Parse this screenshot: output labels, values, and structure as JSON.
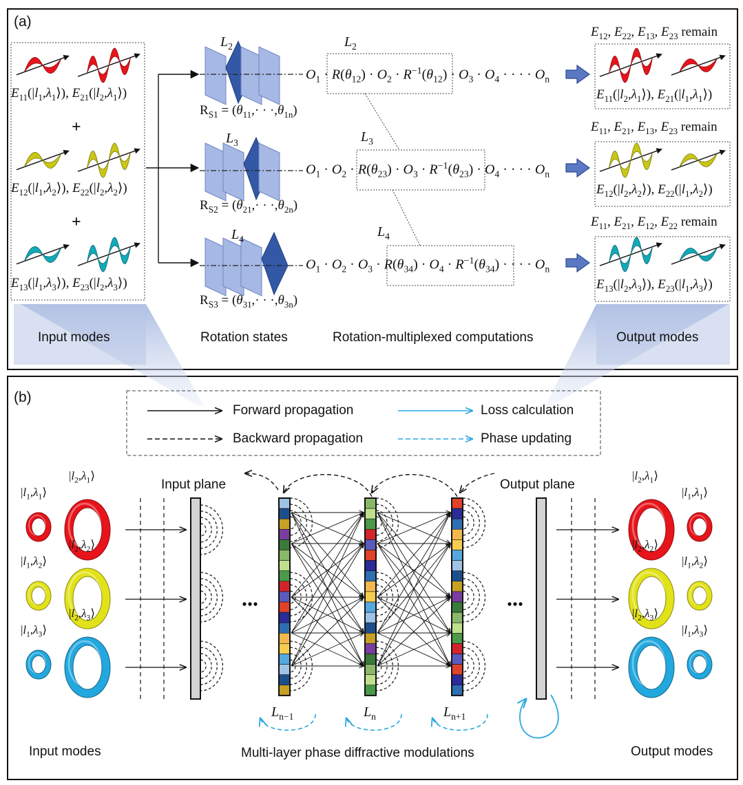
{
  "panel_a": {
    "label": "(a)",
    "captions": {
      "input_modes": "Input modes",
      "rotation_states": "Rotation states",
      "computations": "Rotation-multiplexed computations",
      "output_modes": "Output modes"
    },
    "plus": "+",
    "rows": [
      {
        "color": "#e8141b",
        "input_label": "E11(|l1,λ1⟩), E21(|l2,λ1⟩)",
        "layer": "L2",
        "rotation_state": "RS1 = (θ11,· · ·,θ1n)",
        "computation": "O1 · R(θ12) · O2 · R−1(θ12) · O3 · O4 · · · · On",
        "remain": "E12, E22, E13, E23 remain",
        "output_label": "E11(|l2,λ1⟩), E21(|l1,λ1⟩)"
      },
      {
        "color": "#c9c714",
        "input_label": "E12(|l1,λ2⟩), E22(|l2,λ2⟩)",
        "layer": "L3",
        "rotation_state": "RS2 = (θ21,· · ·,θ2n)",
        "computation": "O1 · O2 · R(θ23) · O3 · R−1(θ23) · O4 · · · · On",
        "remain": "E11, E21, E13, E23 remain",
        "output_label": "E12(|l2,λ2⟩), E22(|l1,λ2⟩)"
      },
      {
        "color": "#12a9b8",
        "input_label": "E13(|l1,λ3⟩), E23(|l2,λ3⟩)",
        "layer": "L4",
        "rotation_state": "RS3 = (θ31,· · ·,θ3n)",
        "computation": "O1 · O2 · O3 · R(θ34) · O4 · R−1(θ34) · · · · On",
        "remain": "E11, E21, E12, E22 remain",
        "output_label": "E13(|l2,λ3⟩), E23(|l1,λ3⟩)"
      }
    ]
  },
  "panel_b": {
    "label": "(b)",
    "legend": {
      "forward": "Forward propagation",
      "backward": "Backward propagation",
      "loss": "Loss calculation",
      "phase": "Phase updating"
    },
    "input_plane": "Input plane",
    "output_plane": "Output plane",
    "layers": [
      "Ln−1",
      "Ln",
      "Ln+1"
    ],
    "ellipsis": "•••",
    "captions": {
      "input_modes": "Input modes",
      "modulations": "Multi-layer phase diffractive modulations",
      "output_modes": "Output modes"
    },
    "input_rings": [
      {
        "small": "|l1,λ1⟩",
        "large": "|l2,λ1⟩",
        "color": "#e8141b"
      },
      {
        "small": "|l1,λ2⟩",
        "large": "|l2,λ2⟩",
        "color": "#e2e21a"
      },
      {
        "small": "|l1,λ3⟩",
        "large": "|l2,λ3⟩",
        "color": "#22a8de"
      }
    ],
    "output_rings": [
      {
        "large": "|l2,λ1⟩",
        "small": "|l1,λ1⟩",
        "color": "#e8141b"
      },
      {
        "large": "|l2,λ2⟩",
        "small": "|l1,λ2⟩",
        "color": "#e2e21a"
      },
      {
        "large": "|l2,λ3⟩",
        "small": "|l1,λ3⟩",
        "color": "#22a8de"
      }
    ],
    "colors": {
      "loss": "#2aa7df",
      "beam": "#bcc9e6",
      "plate": "#d4d4d4"
    }
  }
}
